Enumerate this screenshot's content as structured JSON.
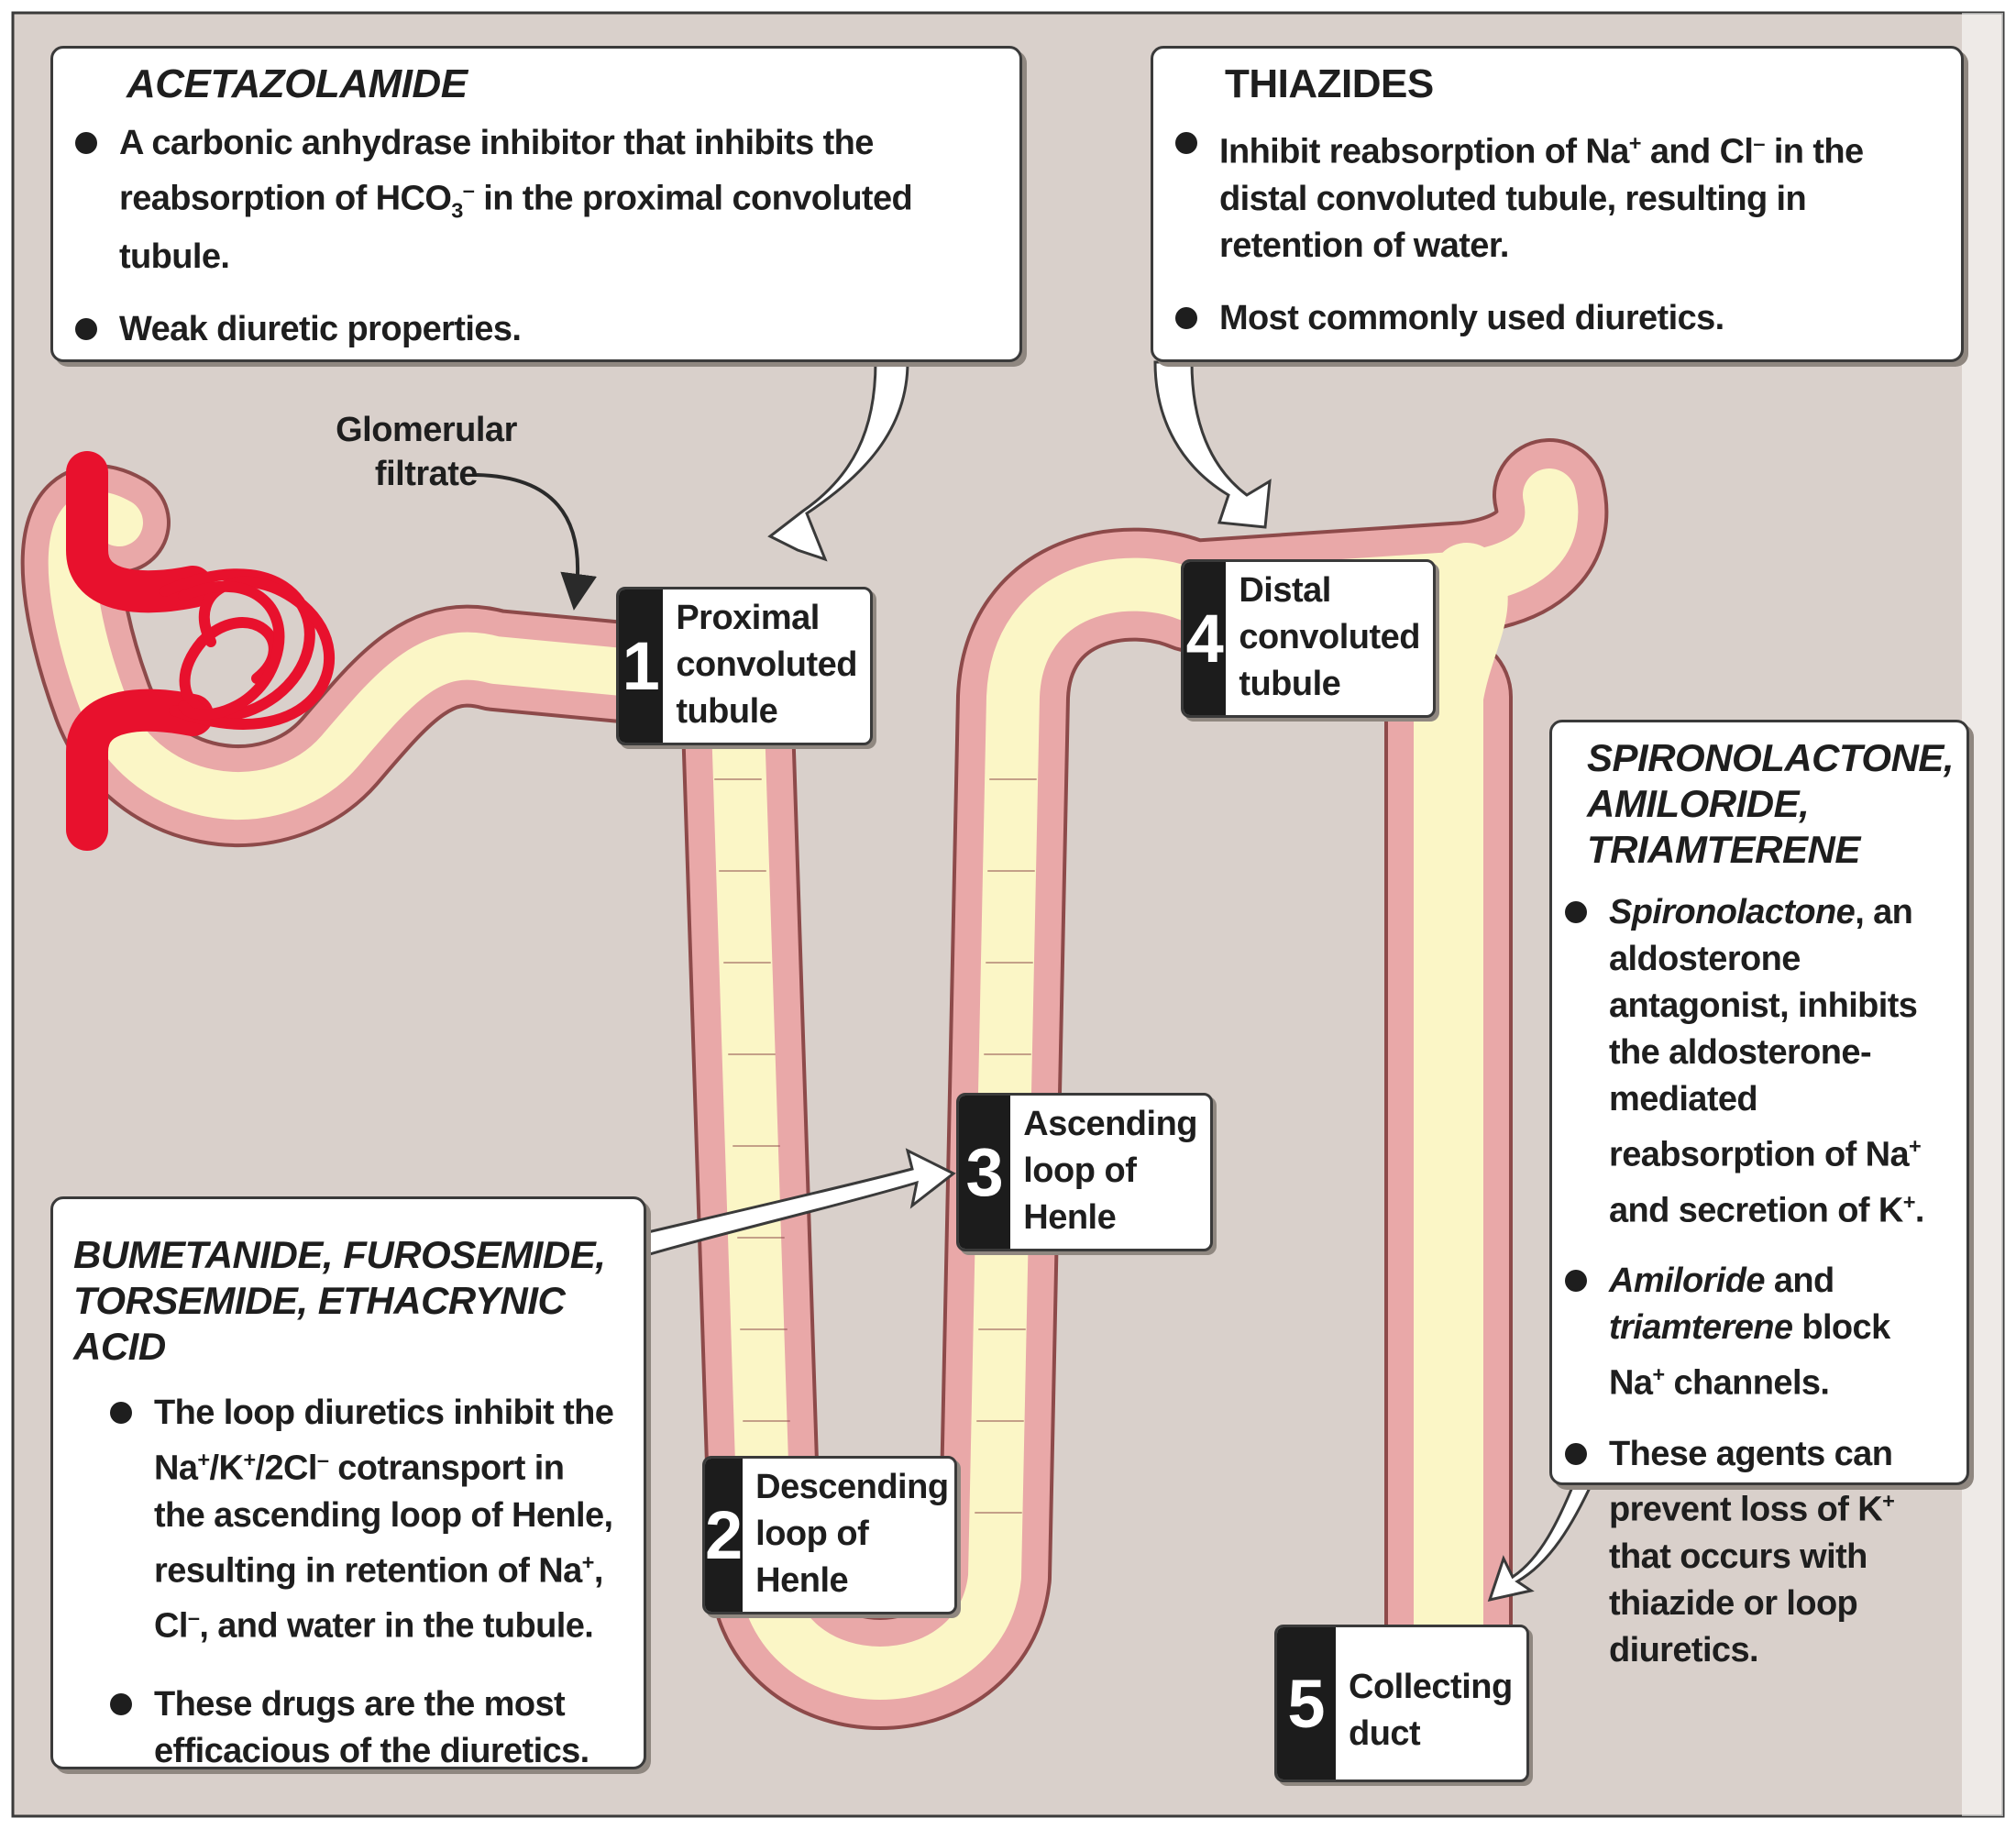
{
  "colors": {
    "background": "#d9d0cb",
    "tubule_wall": "#e9a8a8",
    "tubule_lumen": "#fbf6c6",
    "glomerulus": "#e8112d",
    "label_number_bg": "#1c1c1c"
  },
  "glomerular_label": "Glomerular\nfiltrate",
  "segments": [
    {
      "num": "1",
      "label": "Proximal\nconvoluted\ntubule"
    },
    {
      "num": "2",
      "label": "Descending\nloop of\nHenle"
    },
    {
      "num": "3",
      "label": "Ascending\nloop of\nHenle"
    },
    {
      "num": "4",
      "label": "Distal\nconvoluted\ntubule"
    },
    {
      "num": "5",
      "label": "Collecting\nduct"
    }
  ],
  "acetazolamide": {
    "title": "ACETAZOLAMIDE",
    "b1_pre": "A carbonic anhydrase inhibitor that inhibits the reabsorption of HCO",
    "b1_sub": "3",
    "b1_sup": "–",
    "b1_post": " in the proximal convoluted tubule.",
    "b2": "Weak diuretic properties."
  },
  "thiazides": {
    "title": "THIAZIDES",
    "b1_a": "Inhibit reabsorption of Na",
    "b1_sup1": "+",
    "b1_b": " and Cl",
    "b1_sup2": "–",
    "b1_c": " in the distal convoluted tubule, resulting in retention of water.",
    "b2": "Most commonly used diuretics."
  },
  "loop": {
    "title_line1": "BUMETANIDE, FUROSEMIDE,",
    "title_line2": "TORSEMIDE, ETHACRYNIC ACID",
    "b1_a": "The loop diuretics inhibit the Na",
    "b1_s1": "+",
    "b1_b": "/K",
    "b1_s2": "+",
    "b1_c": "/2Cl",
    "b1_s3": "–",
    "b1_d": "  cotransport in the ascending loop of Henle, resulting in retention of Na",
    "b1_s4": "+",
    "b1_e": ", Cl",
    "b1_s5": "–",
    "b1_f": ", and water in the tubule.",
    "b2": "These drugs are the most efficacious of the diuretics."
  },
  "spiro": {
    "title_line1": "SPIRONOLACTONE,",
    "title_line2": "AMILORIDE,",
    "title_line3": "TRIAMTERENE",
    "b1_em": "Spironolactone",
    "b1_a": ", an aldosterone antagonist, inhibits the aldosterone-mediated reabsorption of Na",
    "b1_s1": "+",
    "b1_b": " and secretion of K",
    "b1_s2": "+",
    "b1_c": ".",
    "b2_em1": "Amiloride",
    "b2_a": " and ",
    "b2_em2": "triamterene",
    "b2_b": " block Na",
    "b2_s": "+",
    "b2_c": " channels.",
    "b3_a": "These agents can prevent loss of K",
    "b3_s": "+",
    "b3_b": " that occurs with thiazide or loop diuretics."
  }
}
